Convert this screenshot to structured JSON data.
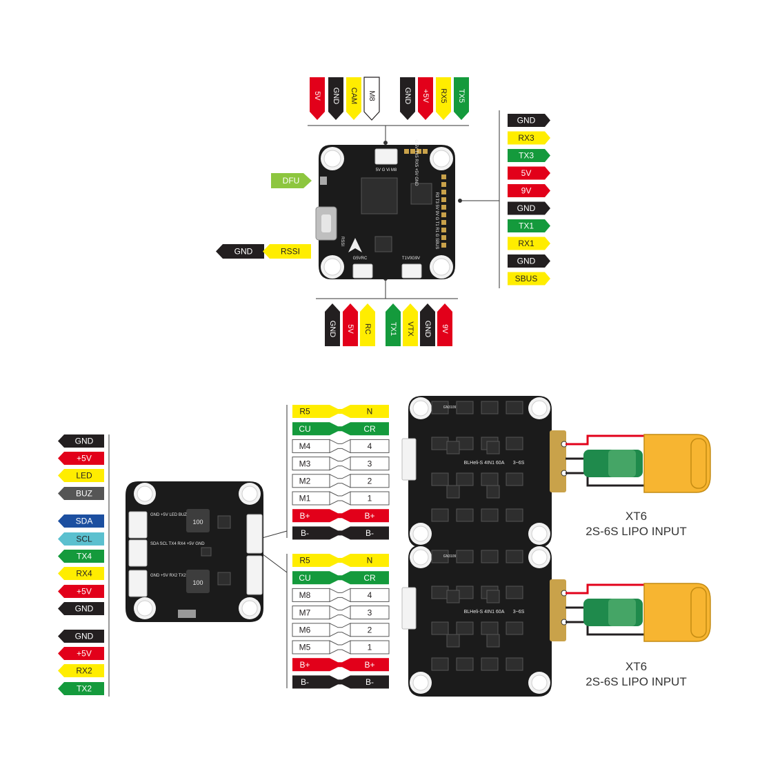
{
  "colors": {
    "red": "#e2001a",
    "black": "#231f20",
    "yellow": "#ffed00",
    "white": "#ffffff",
    "green": "#149a3c",
    "lime": "#8dc63f",
    "blue": "#1c4fa0",
    "lightblue": "#5bc0cf",
    "gray": "#555555",
    "pcb": "#1b1b1b",
    "pad_gold": "#c9a24a",
    "xt_yellow": "#f7b531",
    "cap_green": "#1f8a4c"
  },
  "fc": {
    "top_pins": [
      {
        "label": "5V",
        "color": "red"
      },
      {
        "label": "GND",
        "color": "black"
      },
      {
        "label": "CAM",
        "color": "yellow"
      },
      {
        "label": "M8",
        "color": "white"
      },
      {
        "label": "GND",
        "color": "black"
      },
      {
        "label": "+5V",
        "color": "red"
      },
      {
        "label": "RX5",
        "color": "yellow"
      },
      {
        "label": "TX5",
        "color": "green"
      }
    ],
    "right_pins": [
      {
        "label": "GND",
        "color": "black"
      },
      {
        "label": "RX3",
        "color": "yellow"
      },
      {
        "label": "TX3",
        "color": "green"
      },
      {
        "label": "5V",
        "color": "red"
      },
      {
        "label": "9V",
        "color": "red"
      },
      {
        "label": "GND",
        "color": "black"
      },
      {
        "label": "TX1",
        "color": "green"
      },
      {
        "label": "RX1",
        "color": "yellow"
      },
      {
        "label": "GND",
        "color": "black"
      },
      {
        "label": "SBUS",
        "color": "yellow"
      }
    ],
    "bottom_pins": [
      {
        "label": "GND",
        "color": "black"
      },
      {
        "label": "5V",
        "color": "red"
      },
      {
        "label": "RC",
        "color": "yellow"
      },
      {
        "label": "TX1",
        "color": "green"
      },
      {
        "label": "VTX",
        "color": "yellow"
      },
      {
        "label": "GND",
        "color": "black"
      },
      {
        "label": "9V",
        "color": "red"
      }
    ],
    "dfu_label": "DFU",
    "left_pins": [
      {
        "label": "GND",
        "color": "black"
      },
      {
        "label": "RSSI",
        "color": "yellow"
      }
    ],
    "board_text": {
      "top_header": "5V G Vi M8",
      "right_header": "G 5V TX5 RX5 +5V GND",
      "right_side": "R3 T3 5V 9V G T1 R1 G SBUS",
      "left_side": "RSSI",
      "bottom_left": "G5VRC",
      "bottom_right": "T1V0G9V"
    }
  },
  "stack_left_pins": [
    {
      "label": "GND",
      "color": "black"
    },
    {
      "label": "+5V",
      "color": "red"
    },
    {
      "label": "LED",
      "color": "yellow"
    },
    {
      "label": "BUZ",
      "color": "gray"
    },
    {
      "label": "SDA",
      "color": "blue"
    },
    {
      "label": "SCL",
      "color": "lightblue"
    },
    {
      "label": "TX4",
      "color": "green"
    },
    {
      "label": "RX4",
      "color": "yellow"
    },
    {
      "label": "+5V",
      "color": "red"
    },
    {
      "label": "GND",
      "color": "black"
    },
    {
      "label": "GND",
      "color": "black"
    },
    {
      "label": "+5V",
      "color": "red"
    },
    {
      "label": "RX2",
      "color": "yellow"
    },
    {
      "label": "TX2",
      "color": "green"
    }
  ],
  "esc_tables": [
    {
      "rows": [
        {
          "left": "R5",
          "right": "N",
          "color": "yellow"
        },
        {
          "left": "CU",
          "right": "CR",
          "color": "green"
        },
        {
          "left": "M4",
          "right": "4",
          "color": "white"
        },
        {
          "left": "M3",
          "right": "3",
          "color": "white"
        },
        {
          "left": "M2",
          "right": "2",
          "color": "white"
        },
        {
          "left": "M1",
          "right": "1",
          "color": "white"
        },
        {
          "left": "B+",
          "right": "B+",
          "color": "red"
        },
        {
          "left": "B-",
          "right": "B-",
          "color": "black"
        }
      ]
    },
    {
      "rows": [
        {
          "left": "R5",
          "right": "N",
          "color": "yellow"
        },
        {
          "left": "CU",
          "right": "CR",
          "color": "green"
        },
        {
          "left": "M8",
          "right": "4",
          "color": "white"
        },
        {
          "left": "M7",
          "right": "3",
          "color": "white"
        },
        {
          "left": "M6",
          "right": "2",
          "color": "white"
        },
        {
          "left": "M5",
          "right": "1",
          "color": "white"
        },
        {
          "left": "B+",
          "right": "B+",
          "color": "red"
        },
        {
          "left": "B-",
          "right": "B-",
          "color": "black"
        }
      ]
    }
  ],
  "esc_chip_text": [
    "GN3109",
    "BLHeli-S 4IN1 60A",
    "3~6S"
  ],
  "stack_board_text": {
    "left_a": "GND +5V LED BUZ",
    "left_b": "SDA SCL TX4 RX4 +5V GND",
    "left_c": "GND +5V RX2 TX2",
    "inductor": "100"
  },
  "power_labels": [
    {
      "title": "XT6",
      "subtitle": "2S-6S LIPO INPUT"
    },
    {
      "title": "XT6",
      "subtitle": "2S-6S LIPO INPUT"
    }
  ]
}
